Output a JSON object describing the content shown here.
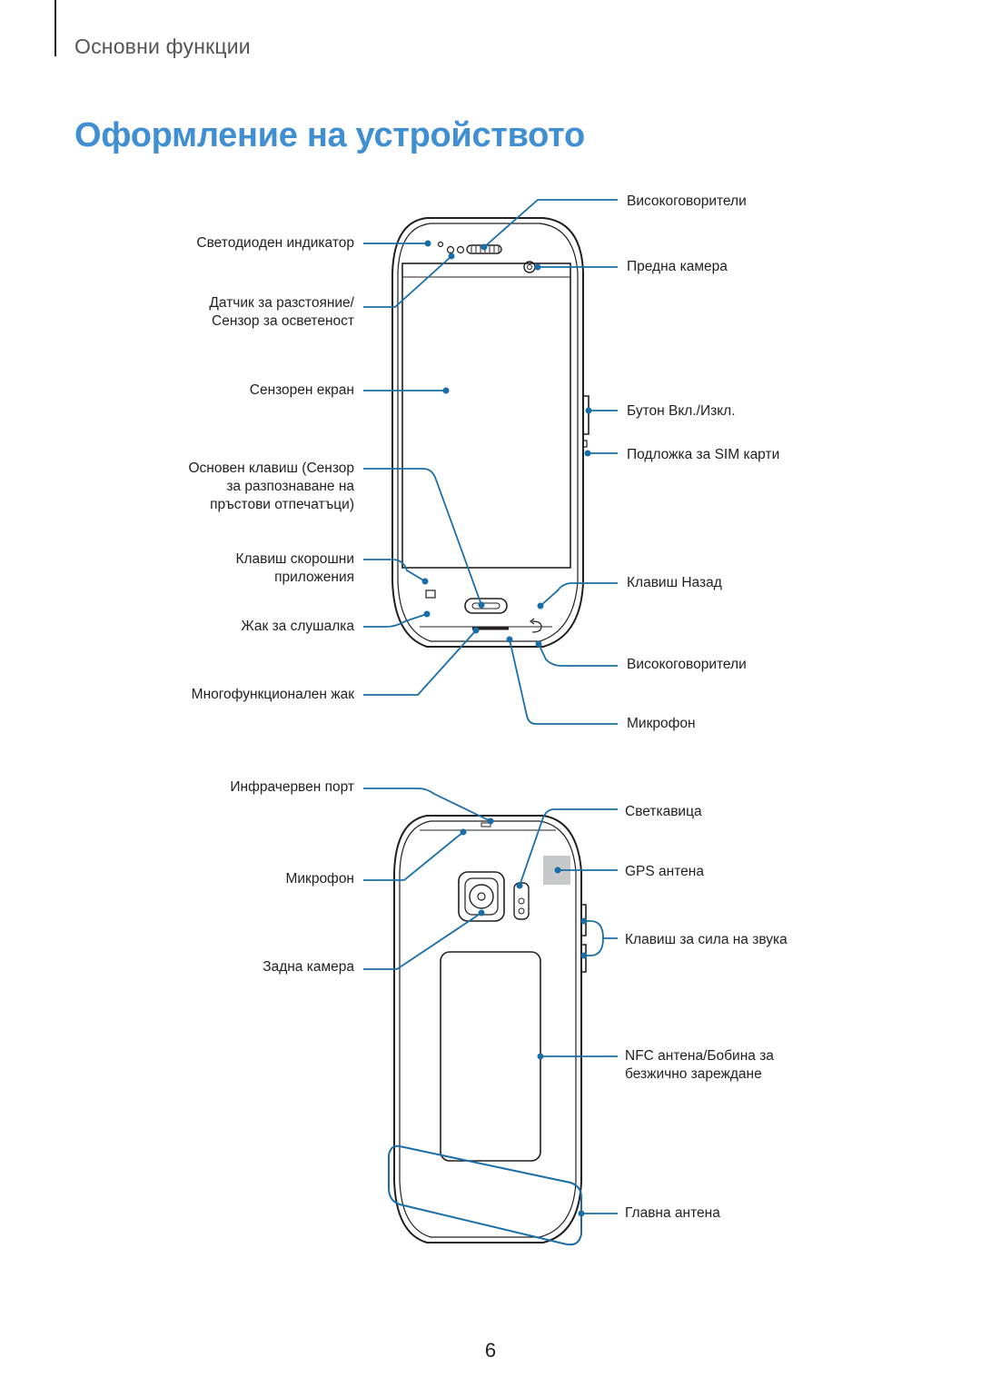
{
  "header": {
    "section": "Основни функции"
  },
  "title": "Оформление на устройството",
  "colors": {
    "accent": "#3f8fd2",
    "callout": "#1a6ea8",
    "outline": "#231f20"
  },
  "front_labels": {
    "led": "Светодиоден индикатор",
    "proximity_1": "Датчик за разстояние/",
    "proximity_2": "Сензор за осветеност",
    "touchscreen": "Сензорен екран",
    "home_1": "Основен клавиш (Сензор",
    "home_2": "за разпознаване на",
    "home_3": "пръстови отпечатъци)",
    "recent_1": "Клавиш скорошни",
    "recent_2": "приложения",
    "headset": "Жак за слушалка",
    "multipurpose": "Многофункционален жак",
    "speaker_top": "Високоговорители",
    "front_camera": "Предна камера",
    "power": "Бутон Вкл./Изкл.",
    "sim": "Подложка за SIM карти",
    "back_key": "Клавиш Назад",
    "speaker_bottom": "Високоговорители",
    "mic_bottom": "Микрофон"
  },
  "back_labels": {
    "ir": "Инфрачервен порт",
    "mic_top": "Микрофон",
    "rear_camera": "Задна камера",
    "flash": "Светкавица",
    "gps": "GPS антена",
    "volume": "Клавиш за сила на звука",
    "nfc_1": "NFC антена/Бобина за",
    "nfc_2": "безжично зареждане",
    "main_antenna": "Главна антена"
  },
  "page_number": "6"
}
